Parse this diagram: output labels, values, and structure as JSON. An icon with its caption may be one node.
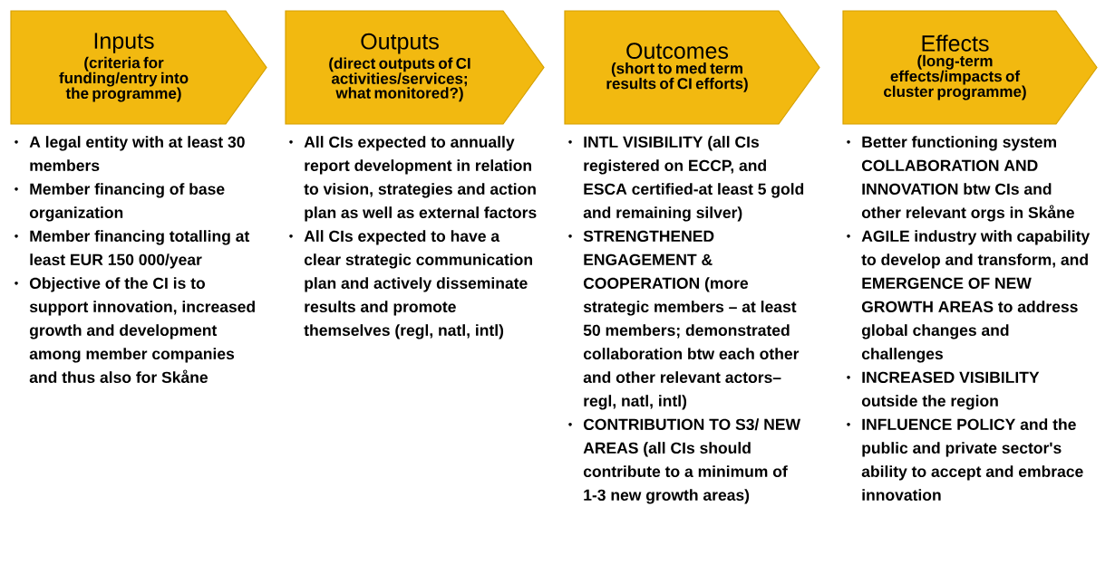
{
  "diagram": {
    "nodes": [
      {
        "text": [
          "Inputs",
          "(criteria for funding/entry into the programme)"
        ],
        "beside": [
          "A legal entity with at least 30 members",
          "Member financing of base organization",
          "Member financing totalling at least EUR 150 000/year",
          "Objective of the CI is to support innovation, increased growth and development among member companies and thus also for Skåne"
        ]
      },
      {
        "text": [
          "Outputs",
          "(direct outputs of CI activities/services; what monitored?)"
        ],
        "beside": [
          "All CIs expected to annually report development in relation to vision, strategies and action plan as well as external factors",
          "All CIs expected to have a clear strategic communication plan and actively disseminate results and promote themselves (regl, natl, intl)"
        ]
      },
      {
        "text": [
          "Outcomes",
          "(short to med term results of CI efforts)"
        ],
        "beside": [
          "INTL VISIBILITY (all CIs registered on ECCP, and ESCA certified-at least 5 gold and remaining silver)",
          "STRENGTHENED ENGAGEMENT & COOPERATION (more strategic members – at least 50 members; demonstrated collaboration btw each other and other relevant actors– regl, natl, intl)",
          "CONTRIBUTION TO S3/ NEW AREAS (all CIs should contribute to a minimum of 1-3 new growth areas)"
        ]
      },
      {
        "text": [
          "Effects",
          "(long-term effects/impacts of cluster programme)"
        ],
        "beside": [
          "Better functioning system COLLABORATION AND INNOVATION btw CIs and other relevant orgs in Skåne",
          "AGILE industry with capability to develop and transform, and EMERGENCE OF NEW GROWTH AREAS to address global changes and challenges",
          "INCREASED VISIBILITY outside the region",
          "INFLUENCE POLICY and the public and private sector's ability to accept and embrace innovation"
        ]
      }
    ]
  }
}
